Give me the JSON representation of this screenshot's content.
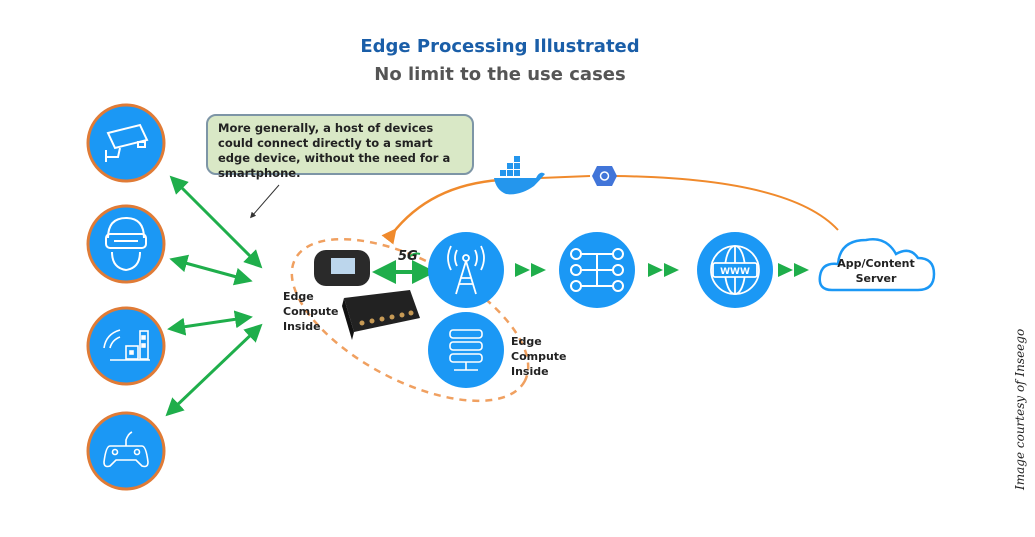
{
  "header": {
    "title": "Edge Processing Illustrated",
    "subtitle": "No limit to the use cases"
  },
  "callout": {
    "text": "More generally, a host of devices could connect directly to a smart edge device, without the need for a smartphone."
  },
  "devices": [
    {
      "name": "security-camera",
      "icon": "camera-icon"
    },
    {
      "name": "vr-headset-user",
      "icon": "vr-headset-icon"
    },
    {
      "name": "smart-building",
      "icon": "building-wireless-icon"
    },
    {
      "name": "game-controller",
      "icon": "gamepad-icon"
    }
  ],
  "edge_device_label": {
    "line1": "Edge",
    "line2": "Compute",
    "line3": "Inside"
  },
  "network_label": "5G",
  "server_edge_label": {
    "line1": "Edge",
    "line2": "Compute",
    "line3": "Inside"
  },
  "pipeline": [
    {
      "name": "cell-tower",
      "icon": "cell-tower-icon"
    },
    {
      "name": "network-switch",
      "icon": "network-hub-icon"
    },
    {
      "name": "internet",
      "icon": "globe-www-icon",
      "label": "WWW"
    }
  ],
  "cloud": {
    "line1": "App/Content",
    "line2": "Server"
  },
  "return_path_icons": [
    "docker-icon",
    "kubernetes-hexagon-icon"
  ],
  "credit": "Image courtesy of Inseego",
  "colors": {
    "title_blue": "#1a5ea8",
    "subtitle_gray": "#555555",
    "circle_blue": "#1b98f5",
    "circle_border": "#e07b36",
    "arrow_green": "#1fae4b",
    "orange_path": "#f08a2c",
    "callout_fill": "#d9e8c6"
  }
}
